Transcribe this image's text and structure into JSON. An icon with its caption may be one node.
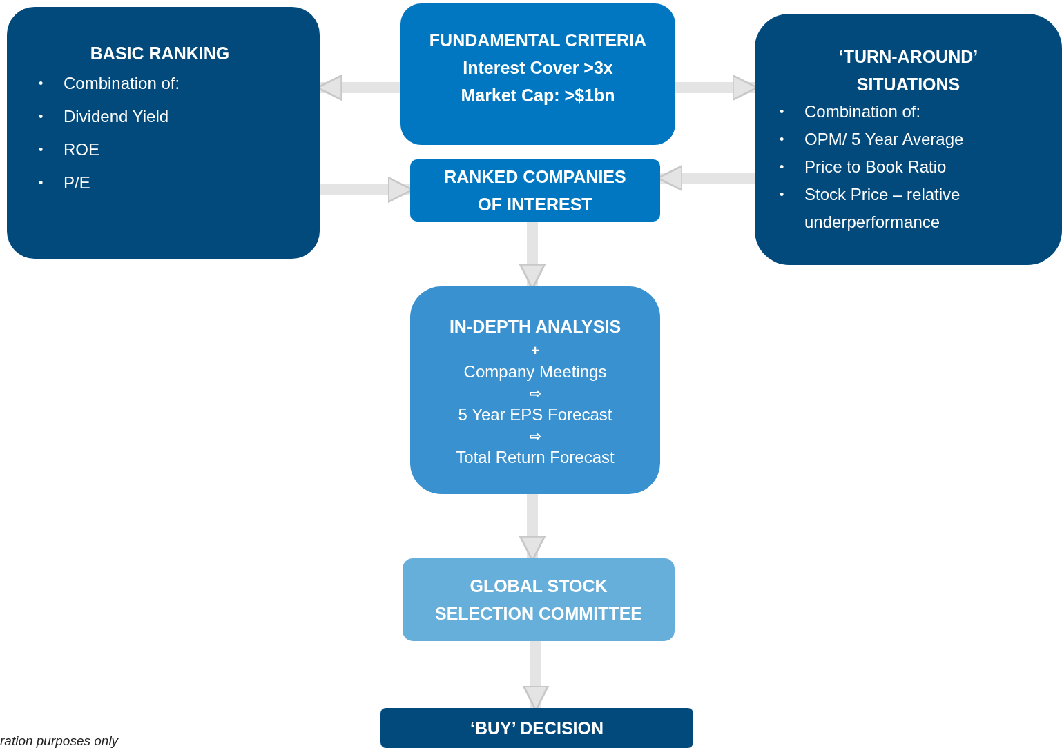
{
  "diagram": {
    "nodes": [
      {
        "text": [
          "BASIC RANKING",
          "•",
          "Combination of:",
          "•",
          "Dividend Yield",
          "•",
          "ROE",
          "•",
          "P/E"
        ]
      },
      {
        "text": [
          "FUNDAMENTAL CRITERIA",
          "Interest Cover >3x",
          "Market Cap:  >$1bn"
        ]
      },
      {
        "text": [
          "‘TURN-AROUND’ SITUATIONS",
          "•",
          "Combination of:",
          "•",
          "OPM/ 5 Year Average",
          "•",
          "Price to Book Ratio",
          "•",
          "Stock Price – relative underperformance"
        ]
      },
      {
        "text": [
          "RANKED COMPANIES OF INTEREST"
        ]
      },
      {
        "text": [
          "IN-DEPTH ANALYSIS",
          "+",
          "Company Meetings",
          "⇨",
          "5 Year EPS Forecast",
          "⇨",
          "Total Return Forecast"
        ]
      },
      {
        "text": [
          "GLOBAL STOCK SELECTION COMMITTEE"
        ]
      },
      {
        "text": [
          "‘BUY’ DECISION"
        ]
      }
    ],
    "edges": [
      {
        "from": 1,
        "to": 0,
        "arrow": "to"
      },
      {
        "from": 1,
        "to": 2,
        "arrow": "to"
      },
      {
        "from": 0,
        "to": 3,
        "arrow": "to"
      },
      {
        "from": 2,
        "to": 3,
        "arrow": "to"
      },
      {
        "from": 3,
        "to": 4,
        "arrow": "to"
      },
      {
        "from": 4,
        "to": 5,
        "arrow": "to"
      },
      {
        "from": 5,
        "to": 6,
        "arrow": "to"
      }
    ],
    "labels": [
      "ration purposes only"
    ]
  }
}
